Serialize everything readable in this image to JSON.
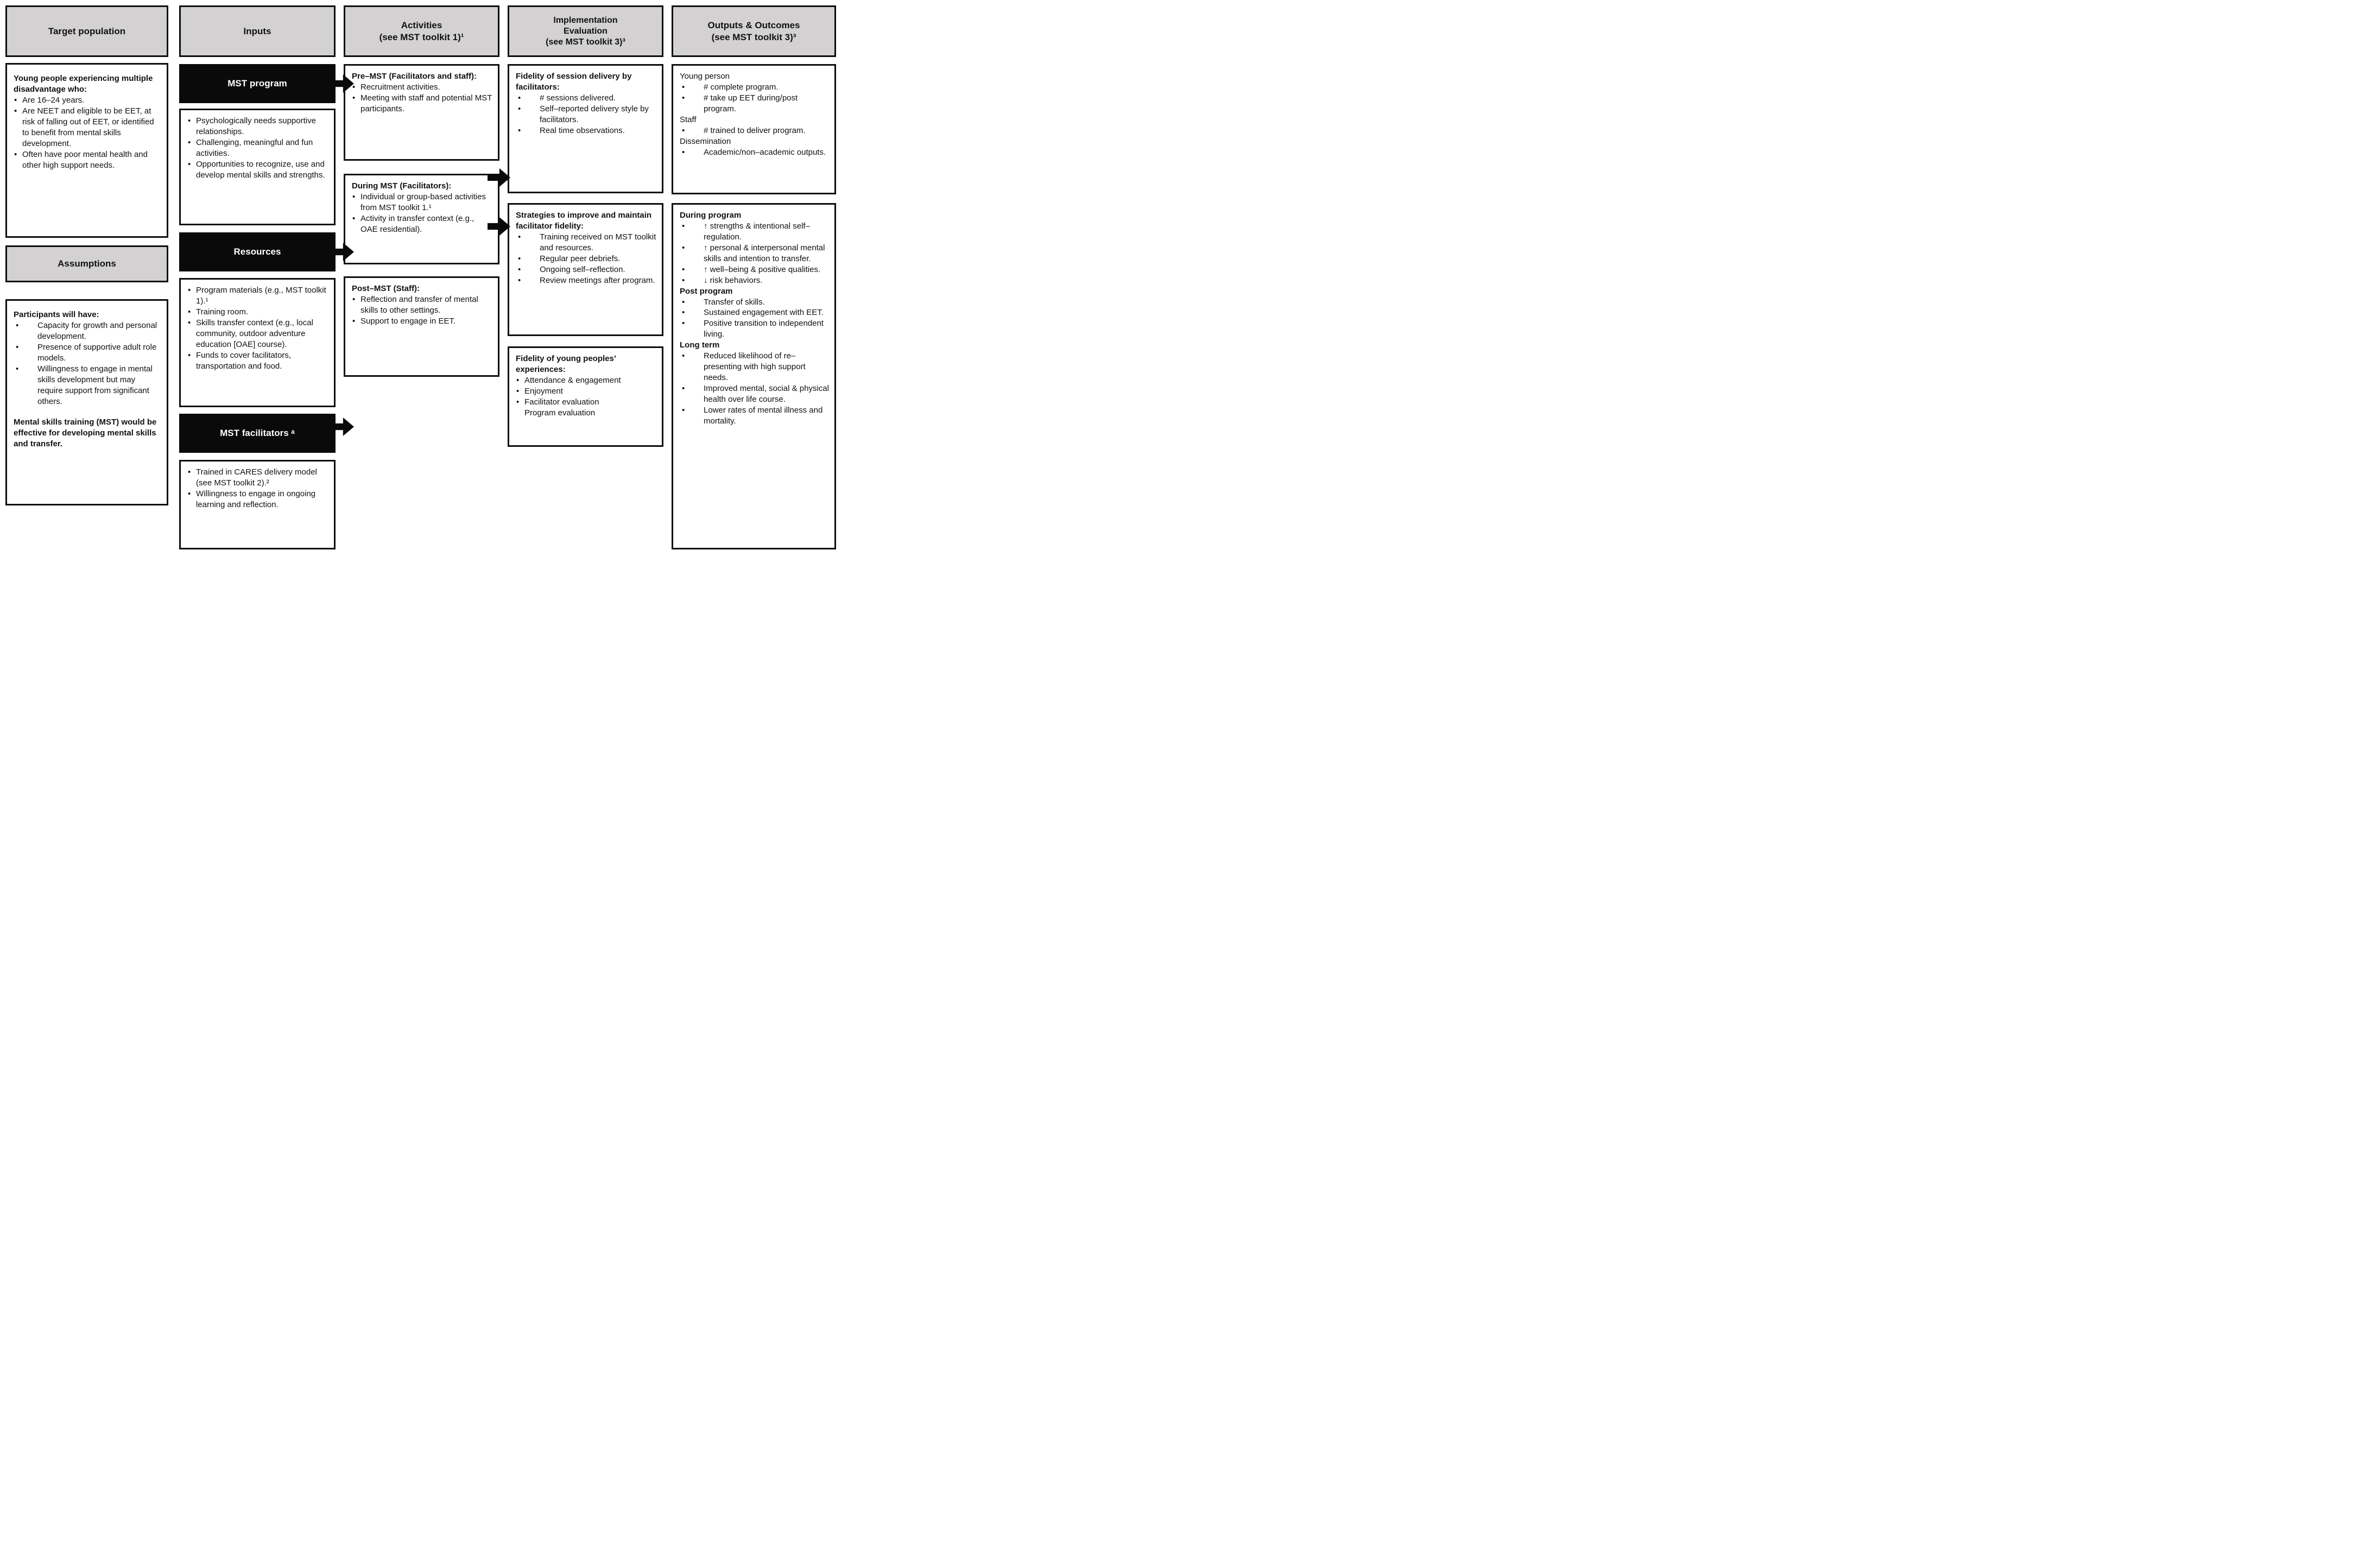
{
  "columns": [
    {
      "header": "Target population",
      "header2": "Assumptions",
      "box1_blocks": [
        {
          "t": "h",
          "text": "Young people experiencing multiple disadvantage who:"
        },
        {
          "t": "b",
          "text": "Are 16–24 years."
        },
        {
          "t": "b",
          "text": "Are NEET and eligible to be EET, at risk of falling out of EET, or identified to benefit from mental skills development."
        },
        {
          "t": "b",
          "text": "Often have poor mental health and other high support needs."
        }
      ],
      "box2_blocks": [
        {
          "t": "h",
          "text": "Participants will have:"
        },
        {
          "t": "bw",
          "text": "Capacity for growth and personal development."
        },
        {
          "t": "bw",
          "text": "Presence of supportive adult role models."
        },
        {
          "t": "bw",
          "text": "Willingness to engage in mental skills development but may require support from significant others."
        },
        {
          "t": "gap",
          "text": ""
        },
        {
          "t": "h",
          "text": "Mental skills training (MST) would be effective for developing mental skills and transfer."
        }
      ]
    },
    {
      "header": "Inputs",
      "black_box1": "MST program",
      "black_box2": "Resources",
      "black_box3": "MST facilitators ᵃ",
      "box1_blocks": [
        {
          "t": "b",
          "text": "Psychologically needs supportive relationships."
        },
        {
          "t": "b",
          "text": "Challenging, meaningful and fun activities."
        },
        {
          "t": "b",
          "text": "Opportunities to recognize, use and develop mental skills and strengths."
        }
      ],
      "box2_blocks": [
        {
          "t": "b",
          "text": "Program materials (e.g., MST toolkit 1).¹"
        },
        {
          "t": "b",
          "text": "Training room."
        },
        {
          "t": "b",
          "text": "Skills transfer context (e.g., local community, outdoor adventure education [OAE] course)."
        },
        {
          "t": "b",
          "text": "Funds to cover facilitators, transportation and food."
        }
      ],
      "box3_blocks": [
        {
          "t": "b",
          "text": "Trained in CARES delivery model (see MST toolkit 2).²"
        },
        {
          "t": "b",
          "text": "Willingness to engage in ongoing learning and reflection."
        }
      ]
    },
    {
      "header": "Activities\n(see MST toolkit 1)¹",
      "box1_blocks": [
        {
          "t": "h",
          "text": "Pre–MST (Facilitators and staff):"
        },
        {
          "t": "b",
          "text": "Recruitment activities."
        },
        {
          "t": "b",
          "text": "Meeting with staff and potential MST participants."
        }
      ],
      "box2_blocks": [
        {
          "t": "h",
          "text": "During MST (Facilitators):"
        },
        {
          "t": "b",
          "text": "Individual or group-based activities from MST toolkit 1.¹"
        },
        {
          "t": "b",
          "text": "Activity in transfer context (e.g., OAE residential)."
        }
      ],
      "box3_blocks": [
        {
          "t": "h",
          "text": "Post–MST (Staff):"
        },
        {
          "t": "b",
          "text": "Reflection and transfer of mental skills to other settings."
        },
        {
          "t": "b",
          "text": "Support to engage in EET."
        }
      ]
    },
    {
      "header": "Implementation\nEvaluation\n(see MST toolkit 3)³",
      "box1_blocks": [
        {
          "t": "h",
          "text": "Fidelity of session delivery by facilitators:"
        },
        {
          "t": "bw",
          "text": "# sessions delivered."
        },
        {
          "t": "bw",
          "text": "Self–reported delivery style by facilitators."
        },
        {
          "t": "bw",
          "text": "Real time observations."
        }
      ],
      "box2_blocks": [
        {
          "t": "h",
          "text": "Strategies to improve and maintain facilitator fidelity:"
        },
        {
          "t": "bw",
          "text": "Training received on MST toolkit and resources."
        },
        {
          "t": "bw",
          "text": "Regular peer debriefs."
        },
        {
          "t": "bw",
          "text": "Ongoing self–reflection."
        },
        {
          "t": "bw",
          "text": "Review meetings after program."
        }
      ],
      "box3_blocks": [
        {
          "t": "h",
          "text": "Fidelity of young peoples’ experiences:"
        },
        {
          "t": "b",
          "text": "Attendance & engagement"
        },
        {
          "t": "b",
          "text": "Enjoyment"
        },
        {
          "t": "b",
          "text": "Facilitator evaluation"
        },
        {
          "t": "bc",
          "text": "Program evaluation"
        }
      ]
    },
    {
      "header": "Outputs & Outcomes\n(see MST toolkit 3)³",
      "box1_blocks": [
        {
          "t": "p",
          "text": "Young person"
        },
        {
          "t": "bw",
          "text": "# complete program."
        },
        {
          "t": "bw",
          "text": "# take up EET during/post program."
        },
        {
          "t": "p",
          "text": "Staff"
        },
        {
          "t": "bw",
          "text": "# trained to deliver program."
        },
        {
          "t": "p",
          "text": "Dissemination"
        },
        {
          "t": "bw",
          "text": "Academic/non–academic outputs."
        }
      ],
      "box2_blocks": [
        {
          "t": "h",
          "text": "During program"
        },
        {
          "t": "bw",
          "text": "↑ strengths & intentional self–regulation."
        },
        {
          "t": "bw",
          "text": "↑ personal & interpersonal mental skills and intention to transfer."
        },
        {
          "t": "bw",
          "text": "↑ well–being & positive qualities."
        },
        {
          "t": "bw",
          "text": "↓ risk behaviors."
        },
        {
          "t": "h",
          "text": "Post program"
        },
        {
          "t": "bw",
          "text": "Transfer of skills."
        },
        {
          "t": "bw",
          "text": "Sustained engagement with EET."
        },
        {
          "t": "bw",
          "text": "Positive transition to independent living."
        },
        {
          "t": "h",
          "text": "Long term"
        },
        {
          "t": "bw",
          "text": "Reduced likelihood of re–presenting with high support needs."
        },
        {
          "t": "bw",
          "text": "Improved mental, social & physical health over life course."
        },
        {
          "t": "bw",
          "text": "Lower rates of mental illness and mortality."
        }
      ]
    }
  ],
  "colors": {
    "header_fill": "#d3d1d1",
    "black_box_fill": "#0a0a0a",
    "border": "#0d0d0d"
  }
}
